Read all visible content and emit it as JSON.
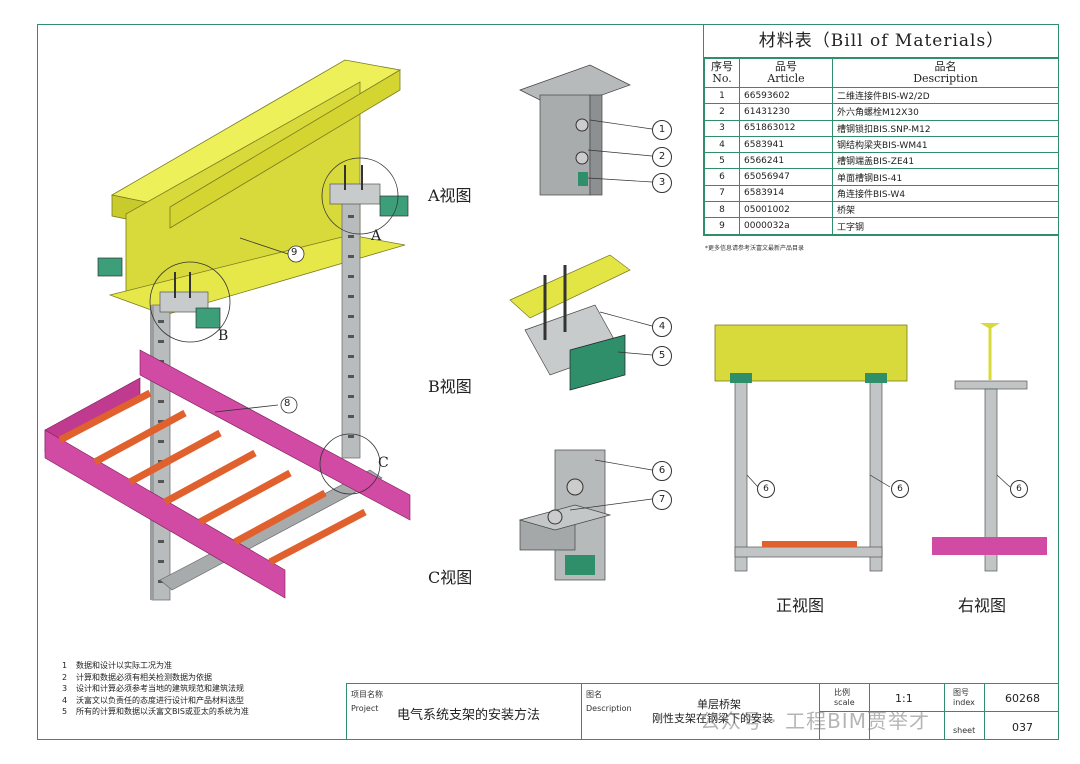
{
  "bom": {
    "title": "材料表（Bill of Materials）",
    "headers": {
      "no_cn": "序号",
      "no_en": "No.",
      "article_cn": "品号",
      "article_en": "Article",
      "desc_cn": "品名",
      "desc_en": "Description"
    },
    "rows": [
      {
        "no": "1",
        "article": "66593602",
        "desc": "二维连接件BIS-W2/2D"
      },
      {
        "no": "2",
        "article": "61431230",
        "desc": "外六角螺栓M12X30"
      },
      {
        "no": "3",
        "article": "651863012",
        "desc": "槽钢锁扣BIS.SNP-M12"
      },
      {
        "no": "4",
        "article": "6583941",
        "desc": "钢结构梁夹BIS-WM41"
      },
      {
        "no": "5",
        "article": "6566241",
        "desc": "槽钢端盖BIS-ZE41"
      },
      {
        "no": "6",
        "article": "65056947",
        "desc": "单面槽钢BIS-41"
      },
      {
        "no": "7",
        "article": "6583914",
        "desc": "角连接件BIS-W4"
      },
      {
        "no": "8",
        "article": "05001002",
        "desc": "桥架"
      },
      {
        "no": "9",
        "article": "0000032a",
        "desc": "工字钢"
      }
    ],
    "note": "*更多信息请参考沃富文最新产品目录"
  },
  "views": {
    "a": "A视图",
    "b": "B视图",
    "c": "C视图",
    "front": "正视图",
    "right": "右视图"
  },
  "callouts": {
    "circle_a": "A",
    "circle_b": "B",
    "circle_c": "C",
    "n1": "1",
    "n2": "2",
    "n3": "3",
    "n4": "4",
    "n5": "5",
    "n6": "6",
    "n7": "7",
    "n8": "8",
    "n9": "9"
  },
  "notes": [
    {
      "n": "1",
      "text": "数据和设计以实际工况为准"
    },
    {
      "n": "2",
      "text": "计算和数据必须有相关检测数据为依据"
    },
    {
      "n": "3",
      "text": "设计和计算必须参考当地的建筑规范和建筑法规"
    },
    {
      "n": "4",
      "text": "沃富文以负责任的态度进行设计和产品材料选型"
    },
    {
      "n": "5",
      "text": "所有的计算和数据以沃富文BIS或亚太的系统为准"
    }
  ],
  "title_block": {
    "project_cn": "项目名称",
    "project_en": "Project",
    "project_value": "电气系统支架的安装方法",
    "desc_cn": "图名",
    "desc_en": "Description",
    "desc_value_1": "单层桥架",
    "desc_value_2": "刚性支架在钢梁下的安装",
    "scale_cn": "比例",
    "scale_en": "scale",
    "scale_value": "1:1",
    "index_cn": "图号",
    "index_en": "index",
    "index_value": "60268",
    "sheet_en": "sheet",
    "sheet_value": "037"
  },
  "watermark": "公众号 · 工程BIM贾举才",
  "colors": {
    "frame": "#2f8f6a",
    "beam_yellow": "#d8d93a",
    "tray_magenta": "#d14aa3",
    "rung_orange": "#e0602e",
    "channel_gray": "#b9bcbd"
  }
}
